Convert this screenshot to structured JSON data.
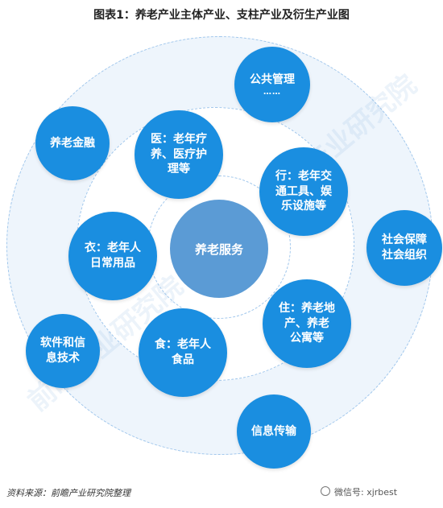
{
  "title": "图表1：养老产业主体产业、支柱产业及衍生产业图",
  "core": "养老服务",
  "inner_nodes": [
    {
      "lines": [
        "医：老年疗",
        "养、医疗护",
        "理等"
      ]
    },
    {
      "lines": [
        "行：老年交",
        "通工具、娱",
        "乐设施等"
      ]
    },
    {
      "lines": [
        "衣：老年人",
        "日常用品"
      ]
    },
    {
      "lines": [
        "住：养老地",
        "产、养老",
        "公寓等"
      ]
    },
    {
      "lines": [
        "食：老年人",
        "食品"
      ]
    }
  ],
  "outer_nodes": [
    {
      "lines": [
        "公共管理"
      ],
      "extra": "……"
    },
    {
      "lines": [
        "养老金融"
      ]
    },
    {
      "lines": [
        "社会保障",
        "社会组织"
      ]
    },
    {
      "lines": [
        "软件和信",
        "息技术"
      ]
    },
    {
      "lines": [
        "信息传输"
      ]
    }
  ],
  "watermark": "前瞻产业研究院",
  "footer": {
    "source": "资料来源：前瞻产业研究院整理",
    "credit": "微信号: xjrbest"
  },
  "colors": {
    "bubble": "#1a8ee0",
    "core": "#5b9bd5",
    "ring_fill": "#eef5fc",
    "ring_border": "#9fc6ec"
  }
}
